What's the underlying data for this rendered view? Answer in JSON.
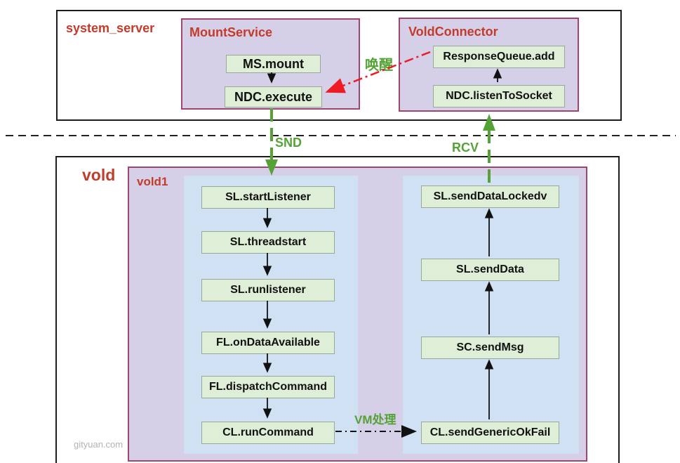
{
  "system_server": {
    "label": "system_server",
    "mount_service": {
      "label": "MountService",
      "nodes": [
        {
          "label": "MS.mount"
        },
        {
          "label": "NDC.execute"
        }
      ]
    },
    "vold_connector": {
      "label": "VoldConnector",
      "nodes": [
        {
          "label": "ResponseQueue.add"
        },
        {
          "label": "NDC.listenToSocket"
        }
      ]
    }
  },
  "vold": {
    "label": "vold",
    "vold1": {
      "label": "vold1",
      "left_chain": [
        "SL.startListener",
        "SL.threadstart",
        "SL.runlistener",
        "FL.onDataAvailable",
        "FL.dispatchCommand",
        "CL.runCommand"
      ],
      "right_chain": [
        "SL.sendDataLockedv",
        "SL.sendData",
        "SC.sendMsg",
        "CL.sendGenericOkFail"
      ]
    }
  },
  "arrow_labels": {
    "wake": "唤醒",
    "snd": "SND",
    "rcv": "RCV",
    "vm": "VM处理"
  },
  "watermark": "gityuan.com",
  "colors": {
    "label_red": "#c23b2b",
    "purple_fill": "#d6cfe8",
    "purple_border": "#a04570",
    "green_node_fill": "#dfeed6",
    "green_node_border": "#98a898",
    "blue_column_fill": "#cfe1f3",
    "arrow_green": "#55a337",
    "arrow_red": "#ed1c24",
    "arrow_black": "#111111"
  }
}
